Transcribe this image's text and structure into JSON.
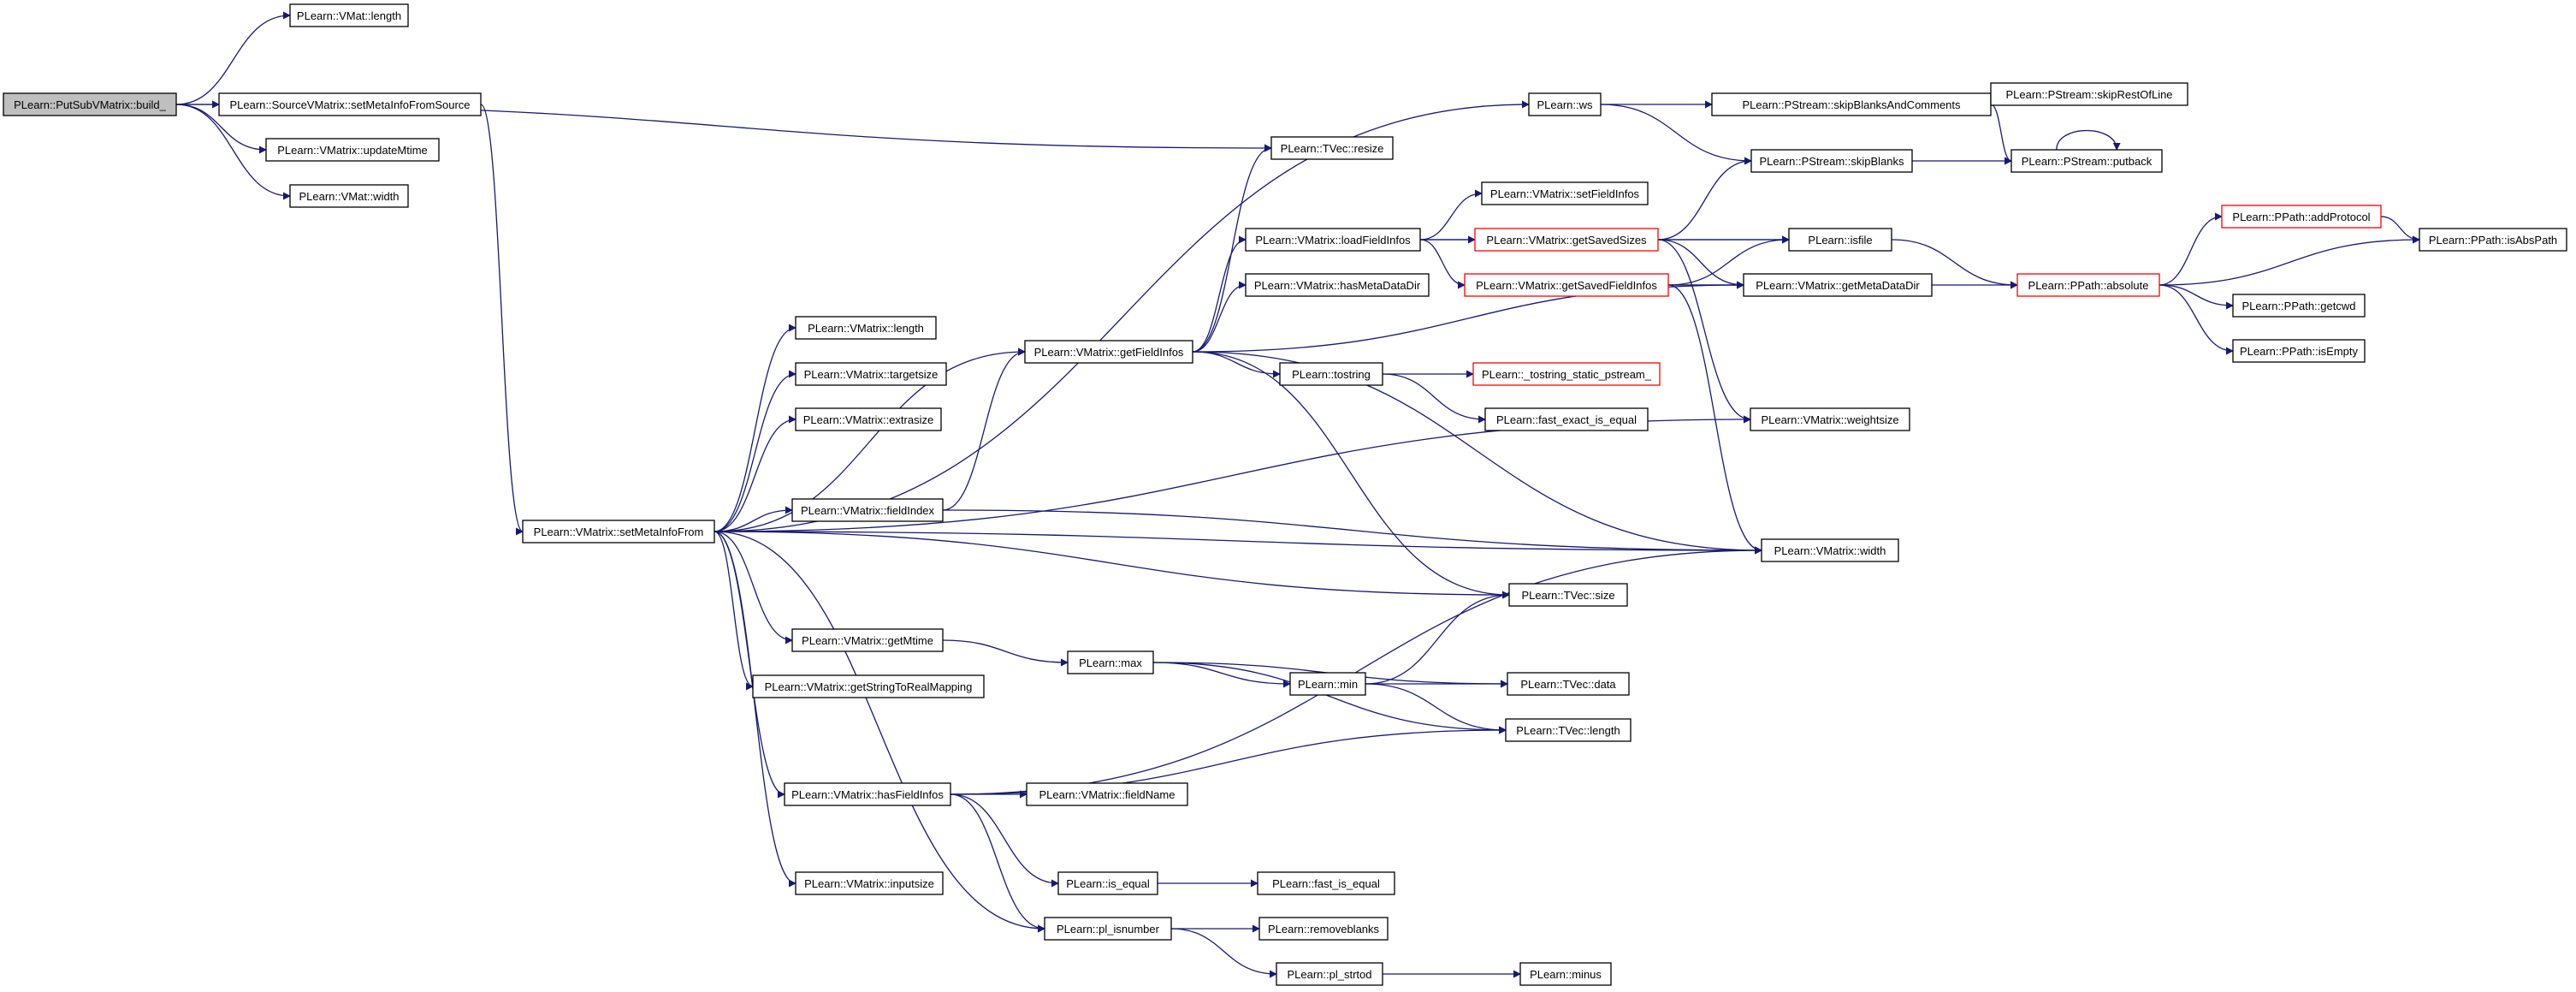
{
  "diagram": {
    "nodes": [
      {
        "id": "build",
        "label": "PLearn::PutSubVMatrix::build_",
        "root": true
      },
      {
        "id": "vmat_length",
        "label": "PLearn::VMat::length"
      },
      {
        "id": "setMetaInfoFromSource",
        "label": "PLearn::SourceVMatrix::setMetaInfoFromSource"
      },
      {
        "id": "updateMtime",
        "label": "PLearn::VMatrix::updateMtime"
      },
      {
        "id": "vmat_width",
        "label": "PLearn::VMat::width"
      },
      {
        "id": "ws",
        "label": "PLearn::ws"
      },
      {
        "id": "skipBlanksAndComments",
        "label": "PLearn::PStream::skipBlanksAndComments"
      },
      {
        "id": "skipRestOfLine",
        "label": "PLearn::PStream::skipRestOfLine"
      },
      {
        "id": "tvec_resize",
        "label": "PLearn::TVec::resize"
      },
      {
        "id": "skipBlanks",
        "label": "PLearn::PStream::skipBlanks"
      },
      {
        "id": "putback",
        "label": "PLearn::PStream::putback"
      },
      {
        "id": "setFieldInfos",
        "label": "PLearn::VMatrix::setFieldInfos"
      },
      {
        "id": "loadFieldInfos",
        "label": "PLearn::VMatrix::loadFieldInfos"
      },
      {
        "id": "getSavedSizes",
        "label": "PLearn::VMatrix::getSavedSizes",
        "red": true
      },
      {
        "id": "isfile",
        "label": "PLearn::isfile"
      },
      {
        "id": "addProtocol",
        "label": "PLearn::PPath::addProtocol",
        "red": true
      },
      {
        "id": "isAbsPath",
        "label": "PLearn::PPath::isAbsPath"
      },
      {
        "id": "hasMetaDataDir",
        "label": "PLearn::VMatrix::hasMetaDataDir"
      },
      {
        "id": "getSavedFieldInfos",
        "label": "PLearn::VMatrix::getSavedFieldInfos",
        "red": true
      },
      {
        "id": "getMetaDataDir",
        "label": "PLearn::VMatrix::getMetaDataDir"
      },
      {
        "id": "absolute",
        "label": "PLearn::PPath::absolute",
        "red": true
      },
      {
        "id": "getcwd",
        "label": "PLearn::PPath::getcwd"
      },
      {
        "id": "vm_length",
        "label": "PLearn::VMatrix::length"
      },
      {
        "id": "getFieldInfos",
        "label": "PLearn::VMatrix::getFieldInfos"
      },
      {
        "id": "isEmpty",
        "label": "PLearn::PPath::isEmpty"
      },
      {
        "id": "targetsize",
        "label": "PLearn::VMatrix::targetsize"
      },
      {
        "id": "tostring",
        "label": "PLearn::tostring"
      },
      {
        "id": "tostring_static",
        "label": "PLearn::_tostring_static_pstream_",
        "red": true
      },
      {
        "id": "extrasize",
        "label": "PLearn::VMatrix::extrasize"
      },
      {
        "id": "fast_exact_is_equal",
        "label": "PLearn::fast_exact_is_equal"
      },
      {
        "id": "weightsize",
        "label": "PLearn::VMatrix::weightsize"
      },
      {
        "id": "fieldIndex",
        "label": "PLearn::VMatrix::fieldIndex"
      },
      {
        "id": "setMetaInfoFrom",
        "label": "PLearn::VMatrix::setMetaInfoFrom"
      },
      {
        "id": "vm_width",
        "label": "PLearn::VMatrix::width"
      },
      {
        "id": "tvec_size",
        "label": "PLearn::TVec::size"
      },
      {
        "id": "getMtime",
        "label": "PLearn::VMatrix::getMtime"
      },
      {
        "id": "max",
        "label": "PLearn::max"
      },
      {
        "id": "min",
        "label": "PLearn::min"
      },
      {
        "id": "tvec_data",
        "label": "PLearn::TVec::data"
      },
      {
        "id": "getStringToRealMapping",
        "label": "PLearn::VMatrix::getStringToRealMapping"
      },
      {
        "id": "tvec_length",
        "label": "PLearn::TVec::length"
      },
      {
        "id": "hasFieldInfos",
        "label": "PLearn::VMatrix::hasFieldInfos"
      },
      {
        "id": "fieldName",
        "label": "PLearn::VMatrix::fieldName"
      },
      {
        "id": "is_equal",
        "label": "PLearn::is_equal"
      },
      {
        "id": "fast_is_equal",
        "label": "PLearn::fast_is_equal"
      },
      {
        "id": "inputsize",
        "label": "PLearn::VMatrix::inputsize"
      },
      {
        "id": "pl_isnumber",
        "label": "PLearn::pl_isnumber"
      },
      {
        "id": "removeblanks",
        "label": "PLearn::removeblanks"
      },
      {
        "id": "pl_strtod",
        "label": "PLearn::pl_strtod"
      },
      {
        "id": "minus",
        "label": "PLearn::minus"
      }
    ],
    "edges": [
      [
        "build",
        "vmat_length"
      ],
      [
        "build",
        "setMetaInfoFromSource"
      ],
      [
        "build",
        "updateMtime"
      ],
      [
        "build",
        "vmat_width"
      ],
      [
        "build",
        "tvec_resize"
      ],
      [
        "setMetaInfoFromSource",
        "setMetaInfoFrom"
      ],
      [
        "ws",
        "skipBlanksAndComments"
      ],
      [
        "ws",
        "skipBlanks"
      ],
      [
        "skipBlanksAndComments",
        "skipRestOfLine"
      ],
      [
        "skipBlanksAndComments",
        "putback"
      ],
      [
        "skipBlanks",
        "putback"
      ],
      [
        "putback",
        "putback"
      ],
      [
        "loadFieldInfos",
        "setFieldInfos"
      ],
      [
        "loadFieldInfos",
        "getSavedSizes"
      ],
      [
        "loadFieldInfos",
        "getSavedFieldInfos"
      ],
      [
        "loadFieldInfos",
        "isfile"
      ],
      [
        "getSavedSizes",
        "skipBlanks"
      ],
      [
        "getSavedSizes",
        "isfile"
      ],
      [
        "getSavedSizes",
        "getMetaDataDir"
      ],
      [
        "getSavedSizes",
        "weightsize"
      ],
      [
        "getSavedFieldInfos",
        "isfile"
      ],
      [
        "getSavedFieldInfos",
        "getMetaDataDir"
      ],
      [
        "getSavedFieldInfos",
        "absolute"
      ],
      [
        "getSavedFieldInfos",
        "vm_width"
      ],
      [
        "isfile",
        "absolute"
      ],
      [
        "absolute",
        "addProtocol"
      ],
      [
        "absolute",
        "isAbsPath"
      ],
      [
        "absolute",
        "getcwd"
      ],
      [
        "absolute",
        "isEmpty"
      ],
      [
        "addProtocol",
        "isAbsPath"
      ],
      [
        "getFieldInfos",
        "tvec_resize"
      ],
      [
        "getFieldInfos",
        "loadFieldInfos"
      ],
      [
        "getFieldInfos",
        "hasMetaDataDir"
      ],
      [
        "getFieldInfos",
        "getMetaDataDir"
      ],
      [
        "getFieldInfos",
        "tostring"
      ],
      [
        "getFieldInfos",
        "tvec_size"
      ],
      [
        "getFieldInfos",
        "vm_width"
      ],
      [
        "tostring",
        "tostring_static"
      ],
      [
        "tostring",
        "fast_exact_is_equal"
      ],
      [
        "fieldIndex",
        "getFieldInfos"
      ],
      [
        "fieldIndex",
        "vm_width"
      ],
      [
        "setMetaInfoFrom",
        "ws"
      ],
      [
        "setMetaInfoFrom",
        "vm_length"
      ],
      [
        "setMetaInfoFrom",
        "targetsize"
      ],
      [
        "setMetaInfoFrom",
        "extrasize"
      ],
      [
        "setMetaInfoFrom",
        "getFieldInfos"
      ],
      [
        "setMetaInfoFrom",
        "fieldIndex"
      ],
      [
        "setMetaInfoFrom",
        "weightsize"
      ],
      [
        "setMetaInfoFrom",
        "tvec_size"
      ],
      [
        "setMetaInfoFrom",
        "vm_width"
      ],
      [
        "setMetaInfoFrom",
        "getMtime"
      ],
      [
        "setMetaInfoFrom",
        "getStringToRealMapping"
      ],
      [
        "setMetaInfoFrom",
        "hasFieldInfos"
      ],
      [
        "setMetaInfoFrom",
        "inputsize"
      ],
      [
        "setMetaInfoFrom",
        "pl_isnumber"
      ],
      [
        "getMtime",
        "max"
      ],
      [
        "max",
        "min"
      ],
      [
        "max",
        "tvec_data"
      ],
      [
        "max",
        "tvec_length"
      ],
      [
        "min",
        "tvec_size"
      ],
      [
        "min",
        "tvec_data"
      ],
      [
        "min",
        "tvec_length"
      ],
      [
        "hasFieldInfos",
        "tvec_length"
      ],
      [
        "hasFieldInfos",
        "fieldName"
      ],
      [
        "hasFieldInfos",
        "is_equal"
      ],
      [
        "hasFieldInfos",
        "pl_isnumber"
      ],
      [
        "hasFieldInfos",
        "vm_width"
      ],
      [
        "is_equal",
        "fast_is_equal"
      ],
      [
        "pl_isnumber",
        "removeblanks"
      ],
      [
        "pl_isnumber",
        "pl_strtod"
      ],
      [
        "pl_strtod",
        "minus"
      ]
    ],
    "colors": {
      "edge": "#191970",
      "node_border": "#000000",
      "red_border": "#ff0000",
      "root_fill": "#bfbfbf",
      "node_fill": "#ffffff",
      "text": "#000000"
    }
  }
}
